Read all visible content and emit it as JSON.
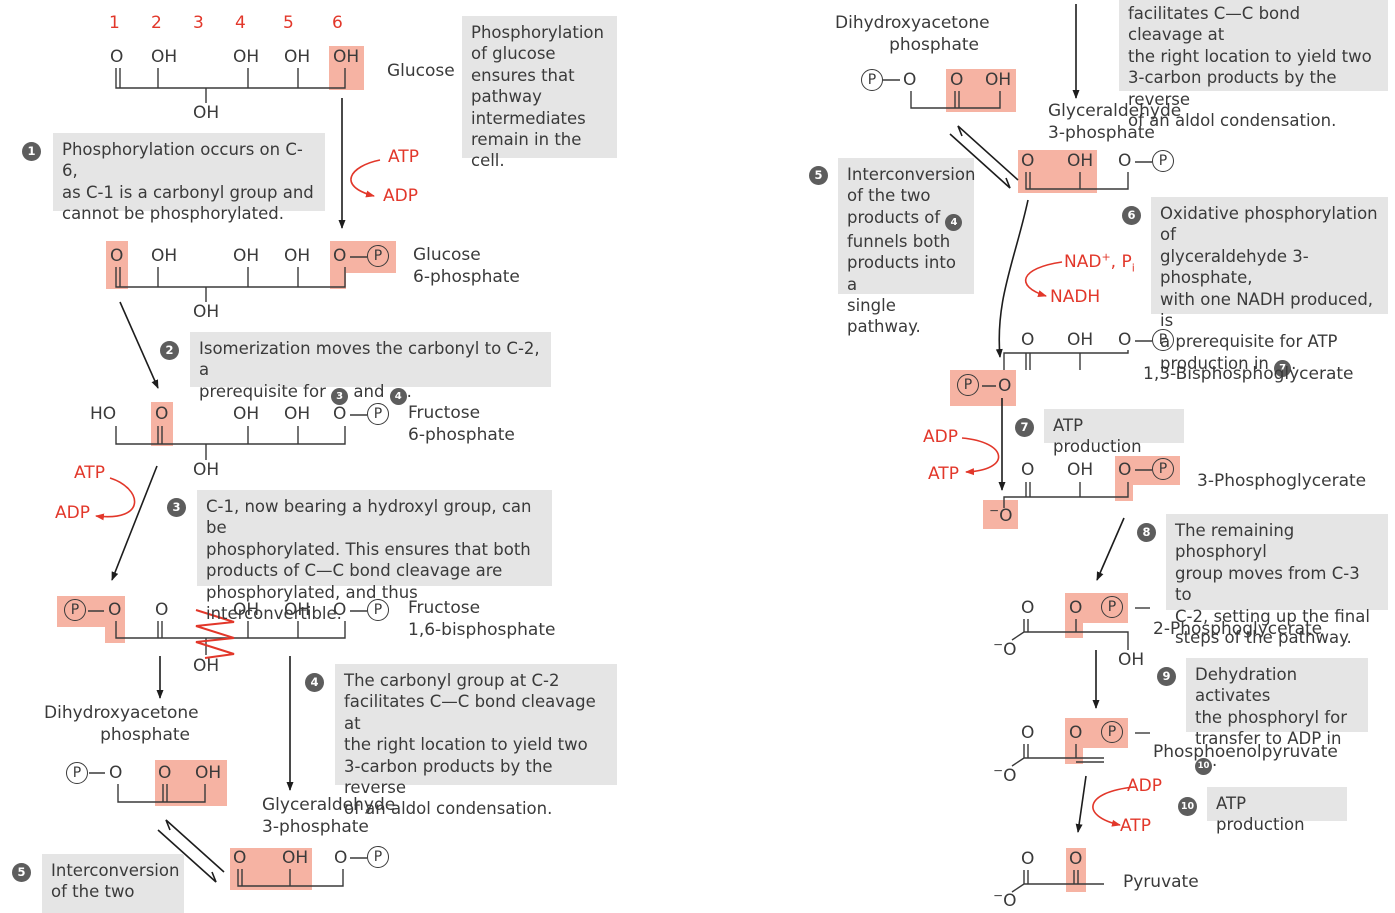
{
  "carbon_numbers": [
    "1",
    "2",
    "3",
    "4",
    "5",
    "6"
  ],
  "atoms": {
    "O": "O",
    "OH": "OH",
    "HO": "HO",
    "P": "P",
    "O_minus": "O",
    "minus": "−"
  },
  "compounds": {
    "glucose": "Glucose",
    "glucose_6_phosphate": "Glucose\n6-phosphate",
    "fructose_6_phosphate": "Fructose\n6-phosphate",
    "fructose_1_6_bisphosphate": "Fructose\n1,6-bisphosphate",
    "dihydroxyacetone_phosphate": "Dihydroxyacetone\nphosphate",
    "glyceraldehyde_3_phosphate": "Glyceraldehyde\n3-phosphate",
    "bisphosphoglycerate": "1,3-Bisphosphoglycerate",
    "phosphoglycerate_3": "3-Phosphoglycerate",
    "phosphoglycerate_2": "2-Phosphoglycerate",
    "phosphoenolpyruvate": "Phosphoenolpyruvate",
    "pyruvate": "Pyruvate"
  },
  "cofactors": {
    "atp": "ATP",
    "adp": "ADP",
    "nad": "NAD",
    "nad_sup": "+",
    "pi_p": ", P",
    "pi_sub": "i",
    "nadh": "NADH"
  },
  "notes": {
    "glucose_phosphorylation": "Phosphorylation\nof glucose\nensures that\npathway\nintermediates\nremain in the cell.",
    "step1": "Phosphorylation occurs on C-6,\nas C-1 is a carbonyl group and\ncannot be phosphorylated.",
    "step2_a": "Isomerization moves the carbonyl to C-2, a",
    "step2_b": "prerequisite for",
    "step2_and": "and",
    "step2_end": ".",
    "step3": "C-1, now bearing a hydroxyl group, can be\nphosphorylated. This ensures that both\nproducts of C—C bond cleavage are\nphosphorylated, and thus interconvertible.",
    "step4": "The carbonyl group at C-2\nfacilitates C—C bond cleavage at\nthe right location to yield two\n3-carbon products by the reverse\nof an aldol condensation.",
    "step4_continued": "facilitates C—C bond cleavage at\nthe right location to yield two\n3-carbon products by the reverse\nof an aldol condensation.",
    "step5_left": "Interconversion\nof the two",
    "step5_right_a": "Interconversion\nof the two\nproducts of",
    "step5_right_b": "funnels both\nproducts into a\nsingle pathway.",
    "step6_a": "Oxidative phosphorylation of\nglyceraldehyde 3-phosphate,\nwith one NADH produced, is\na prerequisite for ATP\nproduction in",
    "step6_end": ".",
    "step7": "ATP production",
    "step8": "The remaining phosphoryl\ngroup moves from C-3 to\nC-2, setting up the final\nsteps of the pathway.",
    "step9_a": "Dehydration activates\nthe phosphoryl for\ntransfer to ADP in",
    "step9_end": ".",
    "step10": "ATP production"
  },
  "bullets": [
    "1",
    "2",
    "3",
    "4",
    "5",
    "6",
    "7",
    "8",
    "9",
    "10"
  ],
  "colors": {
    "accent_red": "#e2372a",
    "highlight": "#f6b3a3",
    "note_bg": "#e5e5e5",
    "bullet_bg": "#5d5d5d",
    "line": "#3a3a3a"
  }
}
